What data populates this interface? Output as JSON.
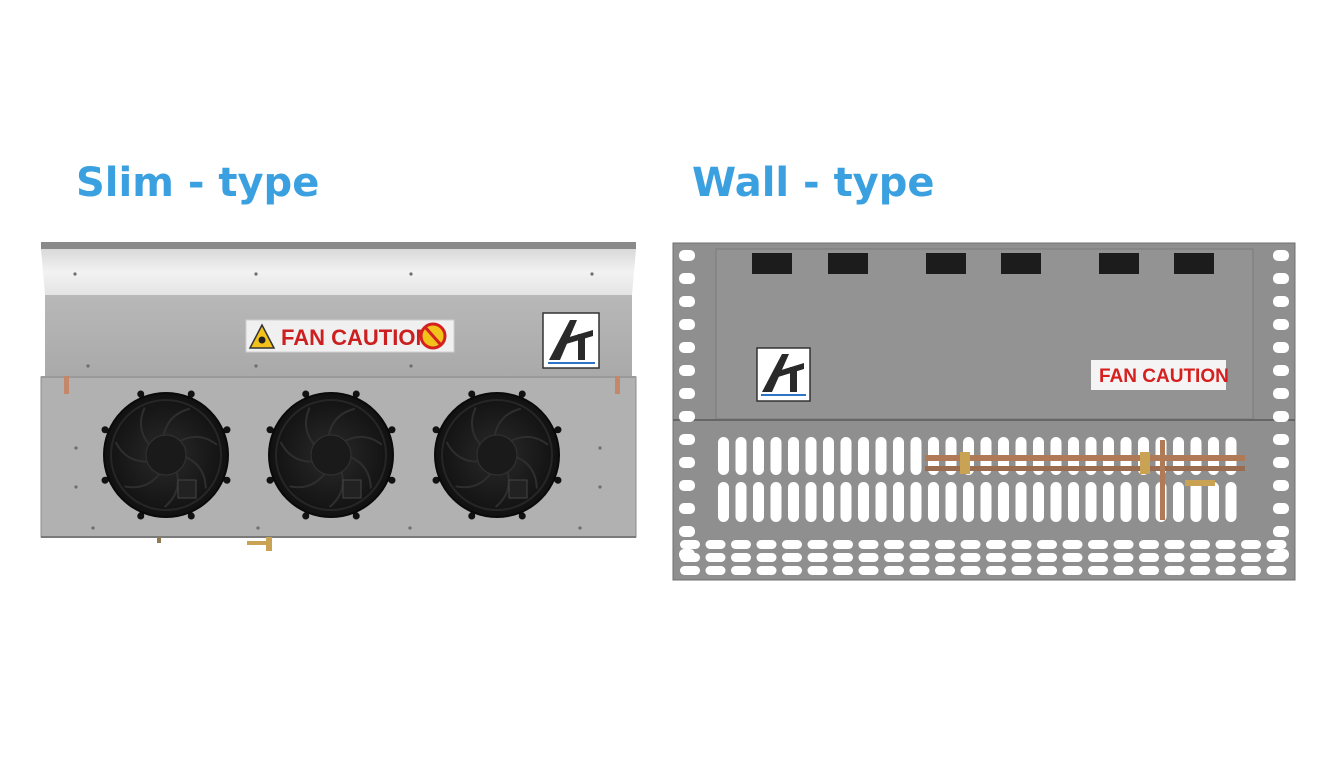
{
  "accent_color": "#3aa0e0",
  "slim": {
    "title": "Slim - type",
    "caution_label": "FAN CAUTION",
    "logo_text": "AT",
    "fan_count": 3,
    "warning_icon": "fan-warning-icon",
    "no_hand_icon": "no-hand-icon"
  },
  "wall": {
    "title": "Wall - type",
    "caution_label": "FAN CAUTION",
    "logo_text": "AT"
  }
}
